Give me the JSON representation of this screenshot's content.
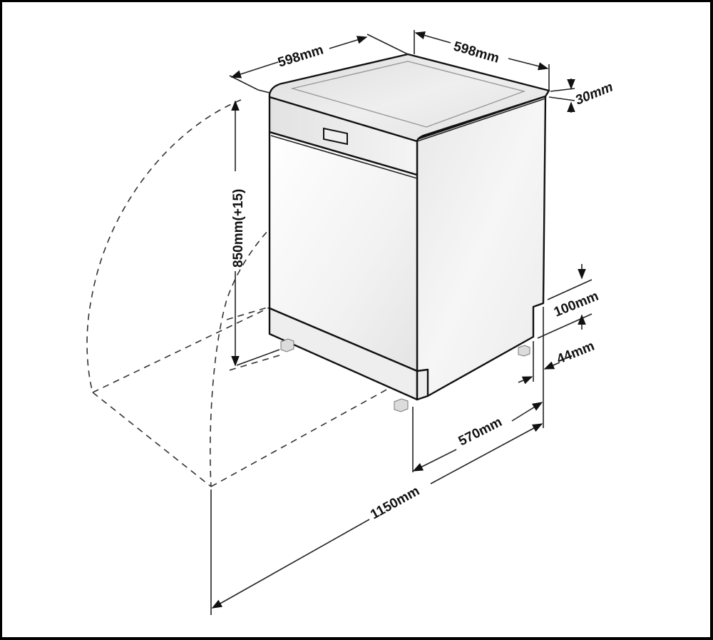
{
  "diagram": {
    "title": "Dishwasher installation dimensions",
    "subject": "free-standing dishwasher, isometric view",
    "colors": {
      "line": "#111111",
      "border": "#000000",
      "background": "#ffffff",
      "body_light": "#f7f7f7",
      "body_mid": "#e6e6e6",
      "body_dark": "#d2d2d2"
    },
    "dimensions": {
      "width": "598mm",
      "depth": "598mm",
      "worktop_thickness": "30mm",
      "height": "850mm(+15)",
      "plinth_recess_height": "100mm",
      "plinth_recess_depth": "44mm",
      "body_depth": "570mm",
      "door_open_depth": "1150mm"
    },
    "components": {
      "worktop": "worktop-panel",
      "control_panel": "control-panel-with-display",
      "door": "front-door",
      "side_panel": "right-side-panel",
      "plinth": "kick-plinth",
      "feet": "adjustable-feet",
      "door_swing": "dashed-door-swing-arc"
    }
  }
}
